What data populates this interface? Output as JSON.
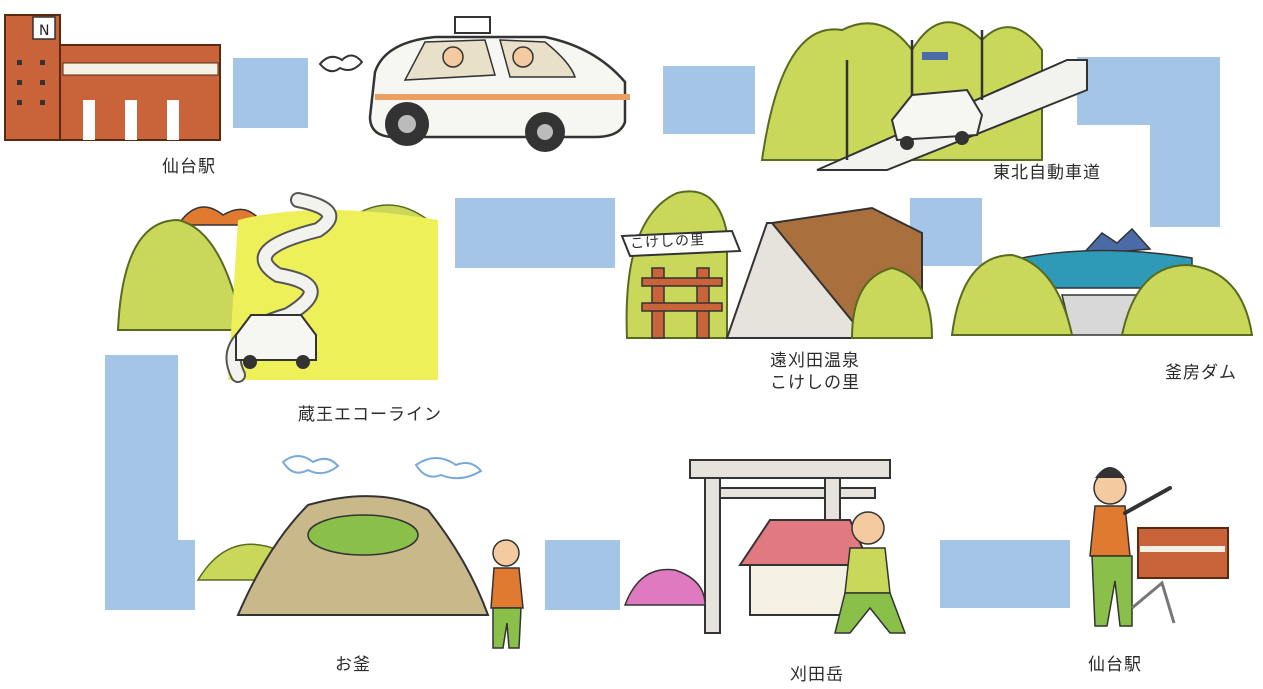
{
  "stops": [
    {
      "id": "sendai-station-start",
      "label": "仙台駅"
    },
    {
      "id": "taxi",
      "label": ""
    },
    {
      "id": "tohoku-expressway",
      "label": "東北自動車道"
    },
    {
      "id": "kamafusa-dam",
      "label": "釜房ダム"
    },
    {
      "id": "togatta-onsen",
      "label_line1": "遠刈田温泉",
      "label_line2": "こけしの里"
    },
    {
      "id": "zao-echo-line",
      "label": "蔵王エコーライン"
    },
    {
      "id": "okama",
      "label": "お釜"
    },
    {
      "id": "katta-dake",
      "label": "刈田岳"
    },
    {
      "id": "sendai-station-end",
      "label": "仙台駅"
    }
  ],
  "signs": {
    "kokeshi_sign": "こけしの里"
  },
  "colors": {
    "connector": "#a4c5e6",
    "mountain": "#c9d85a",
    "building": "#c8633a"
  }
}
